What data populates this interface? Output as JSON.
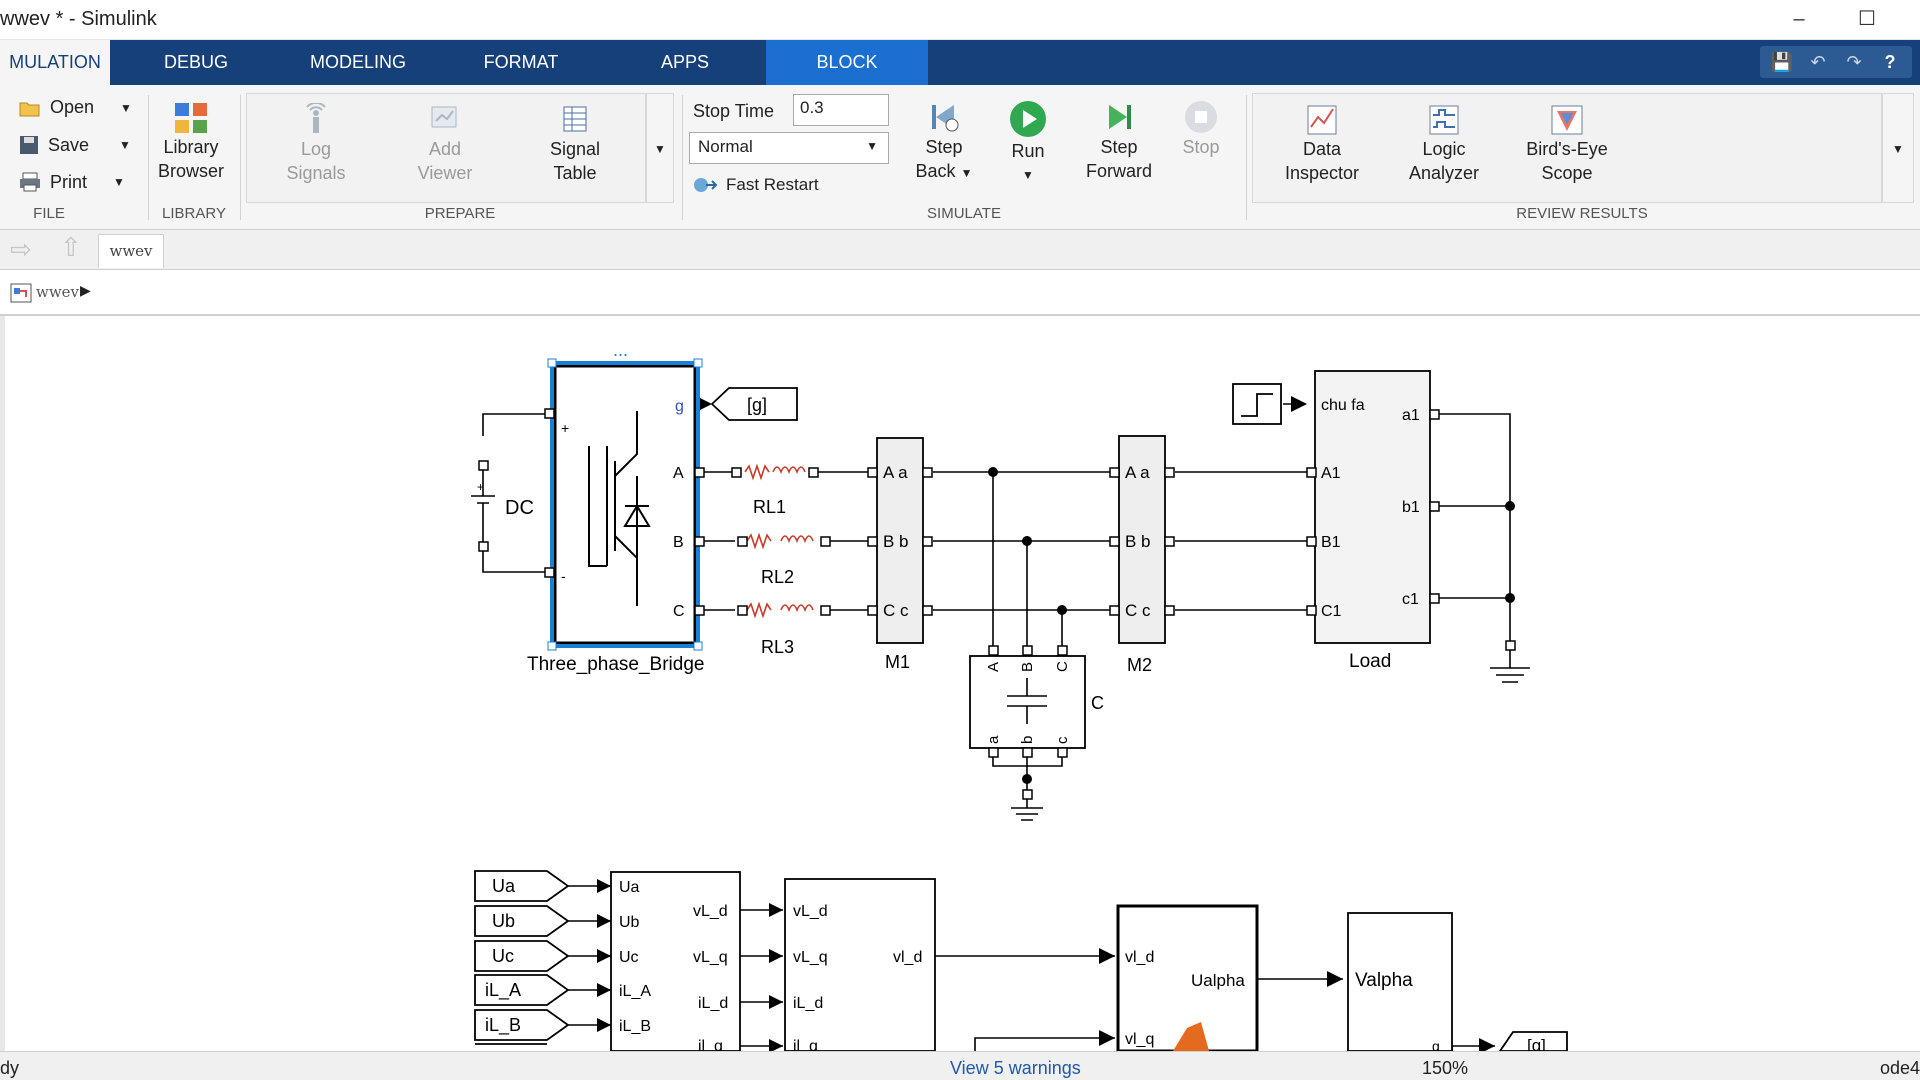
{
  "window": {
    "title": "wwev * - Simulink",
    "minimize": "–",
    "maximize": "☐"
  },
  "tabs": [
    {
      "label": "MULATION"
    },
    {
      "label": "DEBUG"
    },
    {
      "label": "MODELING"
    },
    {
      "label": "FORMAT"
    },
    {
      "label": "APPS"
    },
    {
      "label": "BLOCK"
    }
  ],
  "qat": {
    "save": "💾",
    "undo": "↶",
    "redo": "↷",
    "help": "?"
  },
  "ribbon": {
    "file": {
      "open": "Open",
      "save": "Save",
      "print": "Print",
      "group": "FILE"
    },
    "library": {
      "browser_line1": "Library",
      "browser_line2": "Browser",
      "group": "LIBRARY"
    },
    "prepare": {
      "log_line1": "Log",
      "log_line2": "Signals",
      "add_line1": "Add",
      "add_line2": "Viewer",
      "table_line1": "Signal",
      "table_line2": "Table",
      "group": "PREPARE"
    },
    "simulate": {
      "stop_time_label": "Stop Time",
      "stop_time_value": "0.3",
      "mode": "Normal",
      "fast_restart": "Fast Restart",
      "step_back_line1": "Step",
      "step_back_line2": "Back",
      "run": "Run",
      "step_fwd_line1": "Step",
      "step_fwd_line2": "Forward",
      "stop": "Stop",
      "group": "SIMULATE"
    },
    "review": {
      "data_line1": "Data",
      "data_line2": "Inspector",
      "logic_line1": "Logic",
      "logic_line2": "Analyzer",
      "birds_line1": "Bird's-Eye",
      "birds_line2": "Scope",
      "group": "REVIEW RESULTS"
    }
  },
  "model_tab": "wwev",
  "breadcrumb": "wwev",
  "diagram": {
    "bridge_name": "Three_phase_Bridge",
    "bridge_ports": {
      "plus": "+",
      "minus": "-",
      "g": "g",
      "A": "A",
      "B": "B",
      "C": "C"
    },
    "dc_label": "DC",
    "goto_g": "[g]",
    "rl1": "RL1",
    "rl2": "RL2",
    "rl3": "RL3",
    "m1": "M1",
    "m2": "M2",
    "meas_ports": {
      "Aa": "A a",
      "Bb": "B b",
      "Cc": "C c"
    },
    "cap_label": "C",
    "cap_ports": {
      "A": "A",
      "B": "B",
      "C": "C",
      "a": "a",
      "b": "b",
      "c": "c"
    },
    "load_name": "Load",
    "load_ports": {
      "chu_fa": "chu fa",
      "A1": "A1",
      "B1": "B1",
      "C1": "C1",
      "a1": "a1",
      "b1": "b1",
      "c1": "c1"
    },
    "from_tags": [
      "Ua",
      "Ub",
      "Uc",
      "iL_A",
      "iL_B"
    ],
    "abc_dq_in": [
      "Ua",
      "Ub",
      "Uc",
      "iL_A",
      "iL_B"
    ],
    "abc_dq_out": [
      "vL_d",
      "vL_q",
      "iL_d",
      "il_q"
    ],
    "ctrl_in": [
      "vL_d",
      "vL_q",
      "iL_d",
      "il_q"
    ],
    "ctrl_out": "vl_d",
    "fcn_in": [
      "vl_d",
      "vl_q"
    ],
    "fcn_out": "Ualpha",
    "valpha": "Valpha",
    "valpha_out": "g",
    "goto_g2": "[g]",
    "more_dots": "..."
  },
  "status": {
    "left": "dy",
    "warnings": "View 5 warnings",
    "zoom": "150%",
    "solver": "ode4"
  },
  "colors": {
    "tab_bar": "#16407a",
    "active_tab": "#1b6fd0",
    "selection": "#1a7fd6",
    "link": "#1f5aa6"
  }
}
